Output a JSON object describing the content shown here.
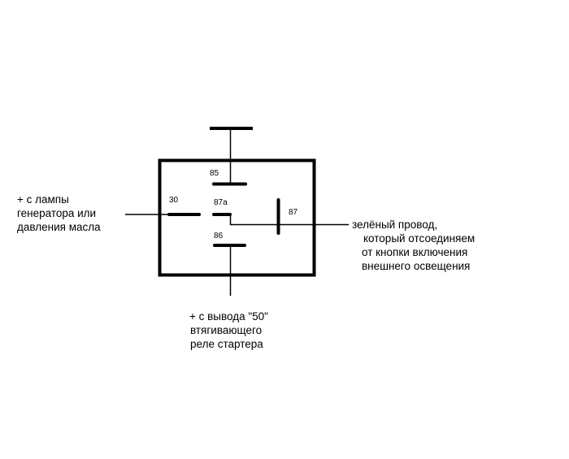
{
  "relay": {
    "pins": {
      "p85": "85",
      "p30": "30",
      "p87a": "87a",
      "p87": "87",
      "p86": "86"
    }
  },
  "labels": {
    "left": [
      "+ с лампы",
      "генератора или",
      "давления масла"
    ],
    "right": [
      "зелёный провод,",
      "который отсоединяем",
      "от кнопки включения",
      "внешнего освещения"
    ],
    "bottom": [
      "+ с вывода \"50\"",
      "втягивающего",
      "реле стартера"
    ]
  },
  "colors": {
    "line": "#000000",
    "background": "#ffffff"
  }
}
